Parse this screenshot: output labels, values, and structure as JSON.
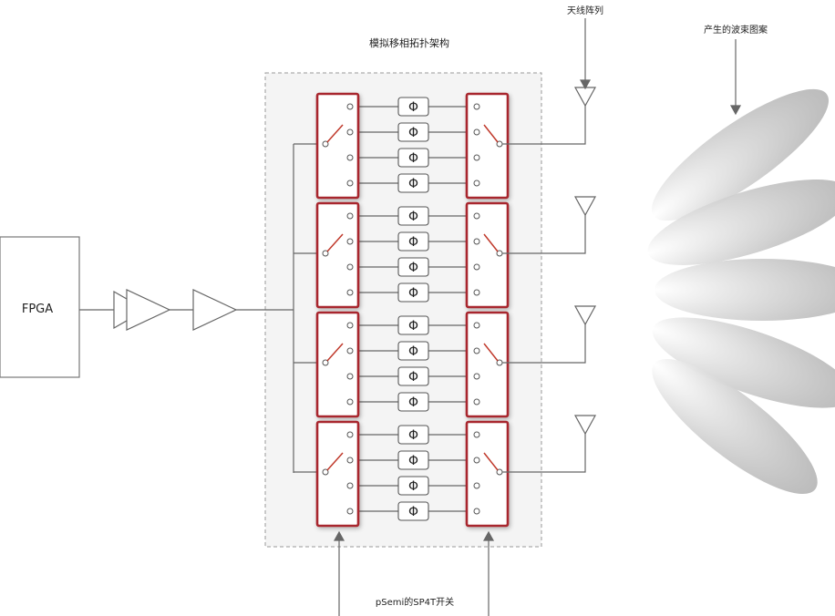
{
  "labels": {
    "fpga": "FPGA",
    "topology_title": "模拟移相拓扑架构",
    "antenna_array": "天线阵列",
    "beam_pattern": "产生的波束图案",
    "switch_label": "pSemi的SP4T开关",
    "phase_symbol": "Φ"
  },
  "structure": {
    "channel_count": 4,
    "phase_shifters_per_channel": 4
  },
  "colors": {
    "switch_border": "#a8282e",
    "switch_arm": "#c0392b",
    "line": "#666666",
    "dashed_border": "#999999",
    "beam": "#c8c8c8"
  }
}
